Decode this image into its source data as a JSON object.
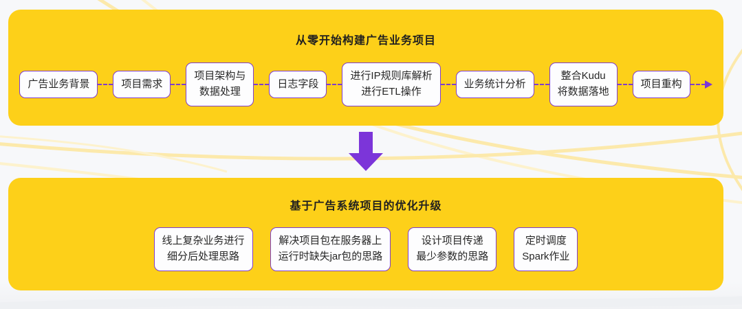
{
  "colors": {
    "panel_yellow": "#fdd019",
    "node_border_purple": "#7e3ccc",
    "arrow_purple": "#7c35d9",
    "node_background": "#fdfdfe",
    "text_dark": "#272727",
    "page_background": "#f7f8fa",
    "decor_curve_yellow": "#fce9ab"
  },
  "top_panel": {
    "title": "从零开始构建广告业务项目",
    "steps": [
      {
        "lines": [
          "广告业务背景"
        ]
      },
      {
        "lines": [
          "项目需求"
        ]
      },
      {
        "lines": [
          "项目架构与",
          "数据处理"
        ]
      },
      {
        "lines": [
          "日志字段"
        ]
      },
      {
        "lines": [
          "进行IP规则库解析",
          "进行ETL操作"
        ]
      },
      {
        "lines": [
          "业务统计分析"
        ]
      },
      {
        "lines": [
          "整合Kudu",
          "将数据落地"
        ]
      },
      {
        "lines": [
          "项目重构"
        ]
      }
    ]
  },
  "bottom_panel": {
    "title": "基于广告系统项目的优化升级",
    "steps": [
      {
        "lines": [
          "线上复杂业务进行",
          "细分后处理思路"
        ]
      },
      {
        "lines": [
          "解决项目包在服务器上",
          "运行时缺失jar包的思路"
        ]
      },
      {
        "lines": [
          "设计项目传递",
          "最少参数的思路"
        ]
      },
      {
        "lines": [
          "定时调度",
          "Spark作业"
        ]
      }
    ]
  }
}
